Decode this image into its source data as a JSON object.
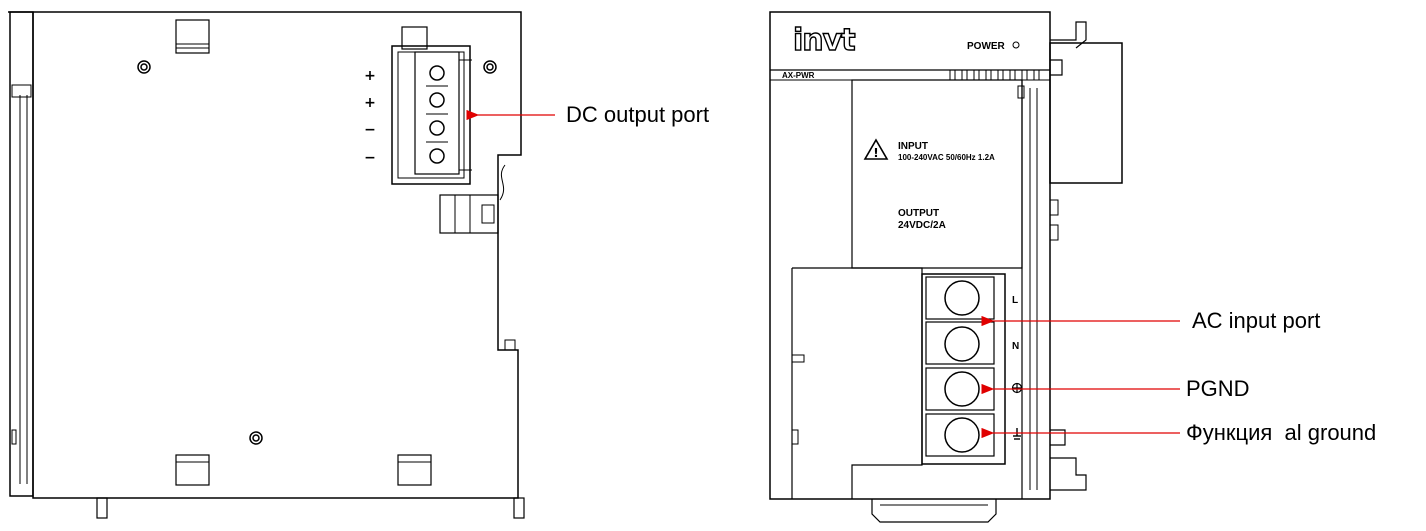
{
  "left_view": {
    "terminal_marks": [
      "+",
      "+",
      "−",
      "−"
    ],
    "callout": "DC output port"
  },
  "right_view": {
    "brand": "invt",
    "power_label": "POWER",
    "model": "AX-PWR",
    "input_label": "INPUT",
    "input_rating": "100-240VAC 50/60Hz 1.2A",
    "output_label": "OUTPUT",
    "output_rating": "24VDC/2A",
    "terminal_l": "L",
    "terminal_n": "N",
    "callouts": {
      "ac_input": "AC input port",
      "pgnd": "PGND",
      "functional_ground": "Функция  al ground"
    }
  },
  "colors": {
    "line": "#000000",
    "leader": "#e00000"
  }
}
